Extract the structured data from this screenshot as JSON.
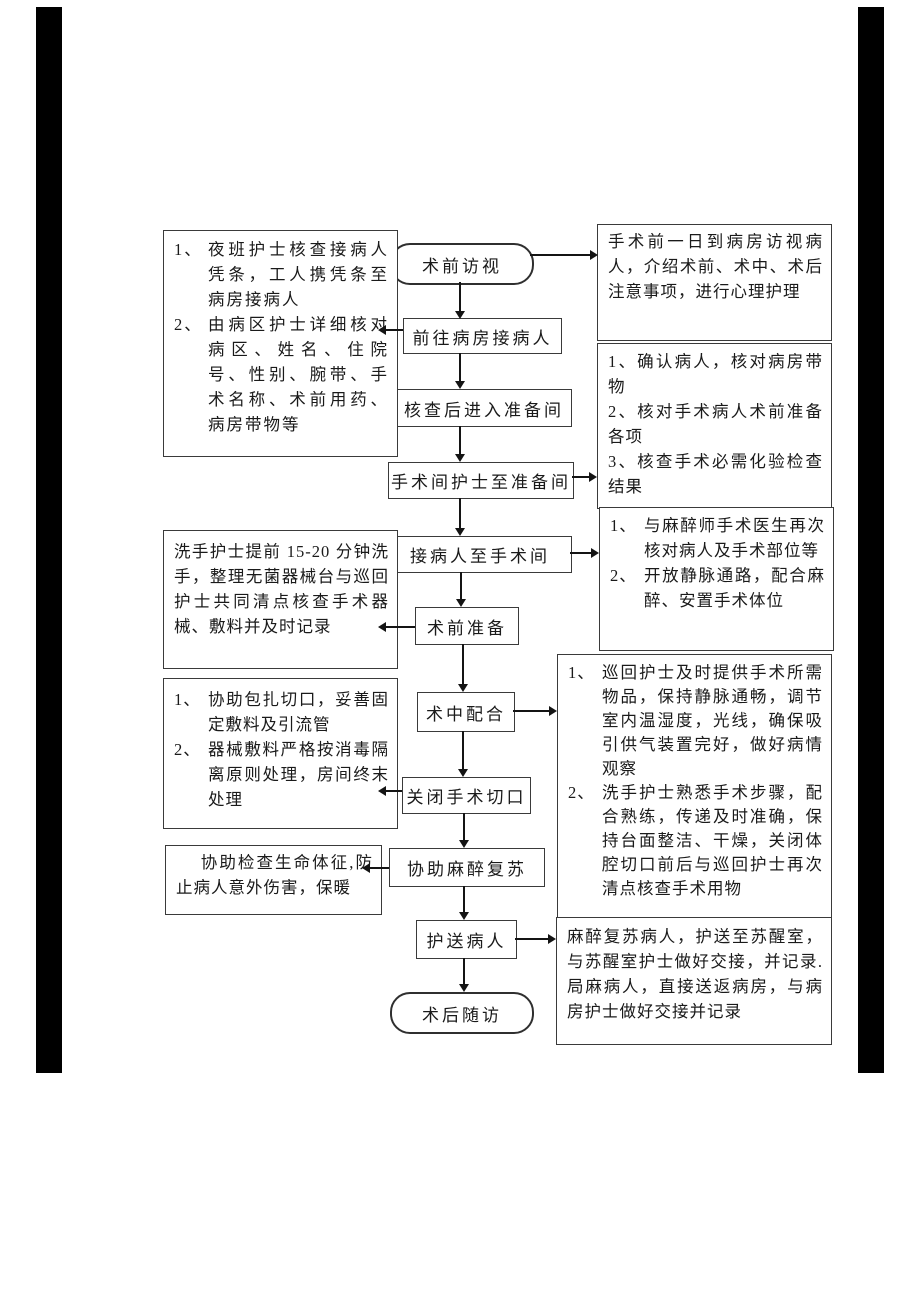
{
  "flow": {
    "start": "术前访视",
    "end": "术后随访",
    "steps": [
      "前往病房接病人",
      "核查后进入准备间",
      "手术间护士至准备间",
      "接病人至手术间",
      "术前准备",
      "术中配合",
      "关闭手术切口",
      "协助麻醉复苏",
      "护送病人"
    ]
  },
  "notes": {
    "l1": {
      "items": [
        {
          "marker": "1、",
          "text": "夜班护士核查接病人凭条，工人携凭条至病房接病人"
        },
        {
          "marker": "2、",
          "text": "由病区护士详细核对病区、姓名、住院号、性别、腕带、手术名称、术前用药、病房带物等"
        }
      ]
    },
    "l2": {
      "text": "洗手护士提前 15-20 分钟洗手，整理无菌器械台与巡回护士共同清点核查手术器械、敷料并及时记录"
    },
    "l3": {
      "items": [
        {
          "marker": "1、",
          "text": "协助包扎切口，妥善固定敷料及引流管"
        },
        {
          "marker": "2、",
          "text": "器械敷料严格按消毒隔离原则处理，房间终末处理"
        }
      ]
    },
    "l4": {
      "text": "协助检查生命体征,防止病人意外伤害，保暖"
    },
    "r1": {
      "text": "手术前一日到病房访视病人，介绍术前、术中、术后注意事项，进行心理护理"
    },
    "r2": {
      "items": [
        {
          "marker": "1、",
          "text": "确认病人，核对病房带物"
        },
        {
          "marker": "2、",
          "text": "核对手术病人术前准备各项"
        },
        {
          "marker": "3、",
          "text": "核查手术必需化验检查结果"
        }
      ]
    },
    "r3": {
      "items": [
        {
          "marker": "1、",
          "text": "与麻醉师手术医生再次核对病人及手术部位等"
        },
        {
          "marker": "2、",
          "text": "开放静脉通路，配合麻醉、安置手术体位"
        }
      ]
    },
    "r4": {
      "items": [
        {
          "marker": "1、",
          "text": "巡回护士及时提供手术所需物品，保持静脉通畅，调节室内温湿度，光线，确保吸引供气装置完好，做好病情观察"
        },
        {
          "marker": "2、",
          "text": "洗手护士熟悉手术步骤，配合熟练，传递及时准确，保持台面整洁、干燥，关闭体腔切口前后与巡回护士再次清点核查手术用物"
        }
      ]
    },
    "r5": {
      "text": "麻醉复苏病人，护送至苏醒室，与苏醒室护士做好交接，并记录.局麻病人，直接送返病房，与病房护士做好交接并记录"
    }
  },
  "colors": {
    "ink": "#1a1a1a",
    "box_border": "#3a3a3a",
    "edge_bar": "#000000",
    "background": "#ffffff"
  }
}
